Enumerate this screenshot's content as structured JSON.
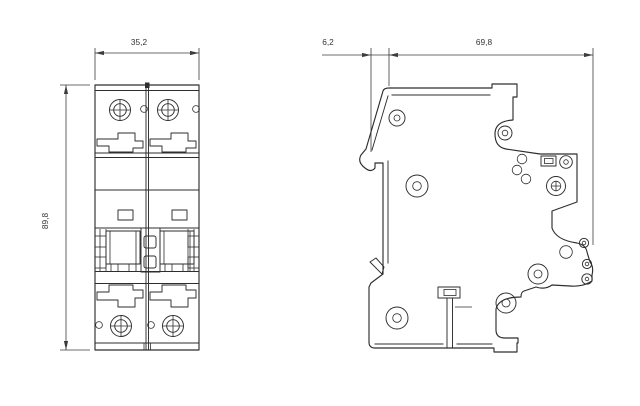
{
  "drawing": {
    "description": "Dimension drawing, two-pole miniature circuit breaker, front and side views",
    "colors": {
      "background": "#ffffff",
      "line": "#2e2e2e",
      "dimension_line": "#3d3d3d",
      "text": "#333333"
    },
    "front_view": {
      "width_label": "35,2",
      "height_label": "89,8"
    },
    "side_view": {
      "rail_offset_label": "6,2",
      "depth_label": "69,8"
    }
  }
}
